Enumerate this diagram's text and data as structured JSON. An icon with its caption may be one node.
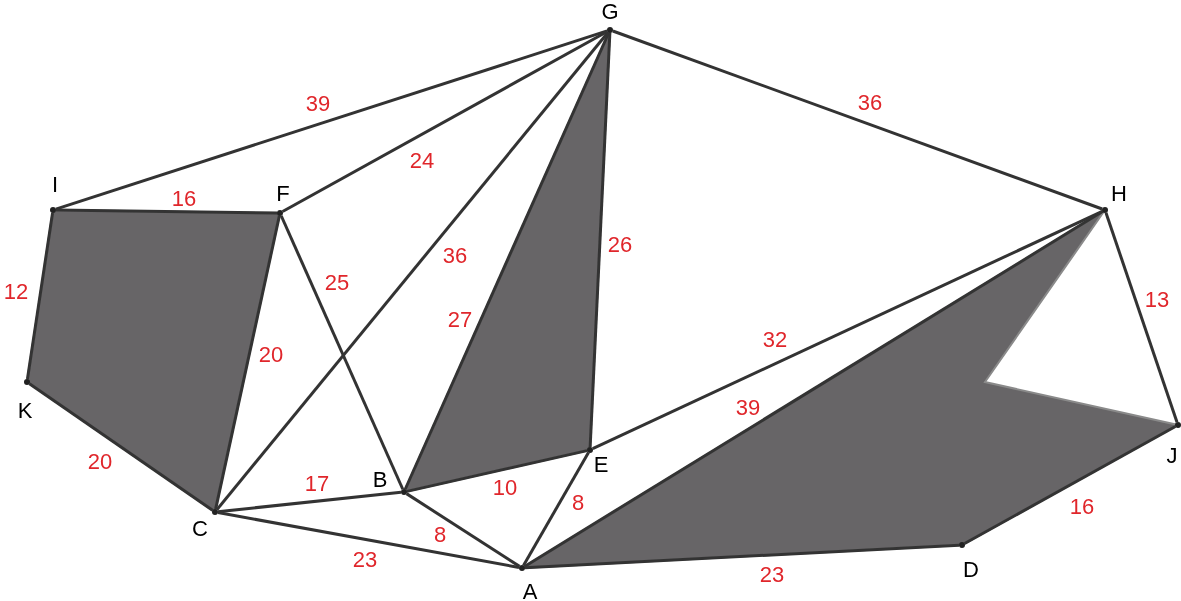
{
  "diagram": {
    "nodes": [
      {
        "text": [
          "G"
        ]
      },
      {
        "text": [
          "I"
        ]
      },
      {
        "text": [
          "F"
        ]
      },
      {
        "text": [
          "H"
        ]
      },
      {
        "text": [
          "K"
        ]
      },
      {
        "text": [
          "C"
        ]
      },
      {
        "text": [
          "B"
        ]
      },
      {
        "text": [
          "E"
        ]
      },
      {
        "text": [
          "J"
        ]
      },
      {
        "text": [
          "A"
        ]
      },
      {
        "text": [
          "D"
        ]
      }
    ],
    "edges": [
      {
        "from": 1,
        "to": 0,
        "arrow": "none",
        "label": "39"
      },
      {
        "from": 1,
        "to": 2,
        "arrow": "none",
        "label": "16"
      },
      {
        "from": 1,
        "to": 4,
        "arrow": "none",
        "label": "12"
      },
      {
        "from": 4,
        "to": 5,
        "arrow": "none",
        "label": "20"
      },
      {
        "from": 5,
        "to": 2,
        "arrow": "none",
        "label": "20"
      },
      {
        "from": 2,
        "to": 0,
        "arrow": "none",
        "label": "24"
      },
      {
        "from": 2,
        "to": 6,
        "arrow": "none",
        "label": "25"
      },
      {
        "from": 5,
        "to": 0,
        "arrow": "none",
        "label": "36"
      },
      {
        "from": 6,
        "to": 0,
        "arrow": "none",
        "label": "27"
      },
      {
        "from": 7,
        "to": 0,
        "arrow": "none",
        "label": "26"
      },
      {
        "from": 0,
        "to": 3,
        "arrow": "none",
        "label": "36"
      },
      {
        "from": 3,
        "to": 7,
        "arrow": "none",
        "label": "32"
      },
      {
        "from": 3,
        "to": 9,
        "arrow": "none",
        "label": "39"
      },
      {
        "from": 3,
        "to": 8,
        "arrow": "none",
        "label": "13"
      },
      {
        "from": 8,
        "to": 10,
        "arrow": "none",
        "label": "16"
      },
      {
        "from": 10,
        "to": 9,
        "arrow": "none",
        "label": "23"
      },
      {
        "from": 5,
        "to": 6,
        "arrow": "none",
        "label": "17"
      },
      {
        "from": 5,
        "to": 9,
        "arrow": "none",
        "label": "23"
      },
      {
        "from": 6,
        "to": 9,
        "arrow": "none",
        "label": "8"
      },
      {
        "from": 6,
        "to": 7,
        "arrow": "none",
        "label": "10"
      },
      {
        "from": 9,
        "to": 7,
        "arrow": "none",
        "label": "8"
      }
    ]
  }
}
